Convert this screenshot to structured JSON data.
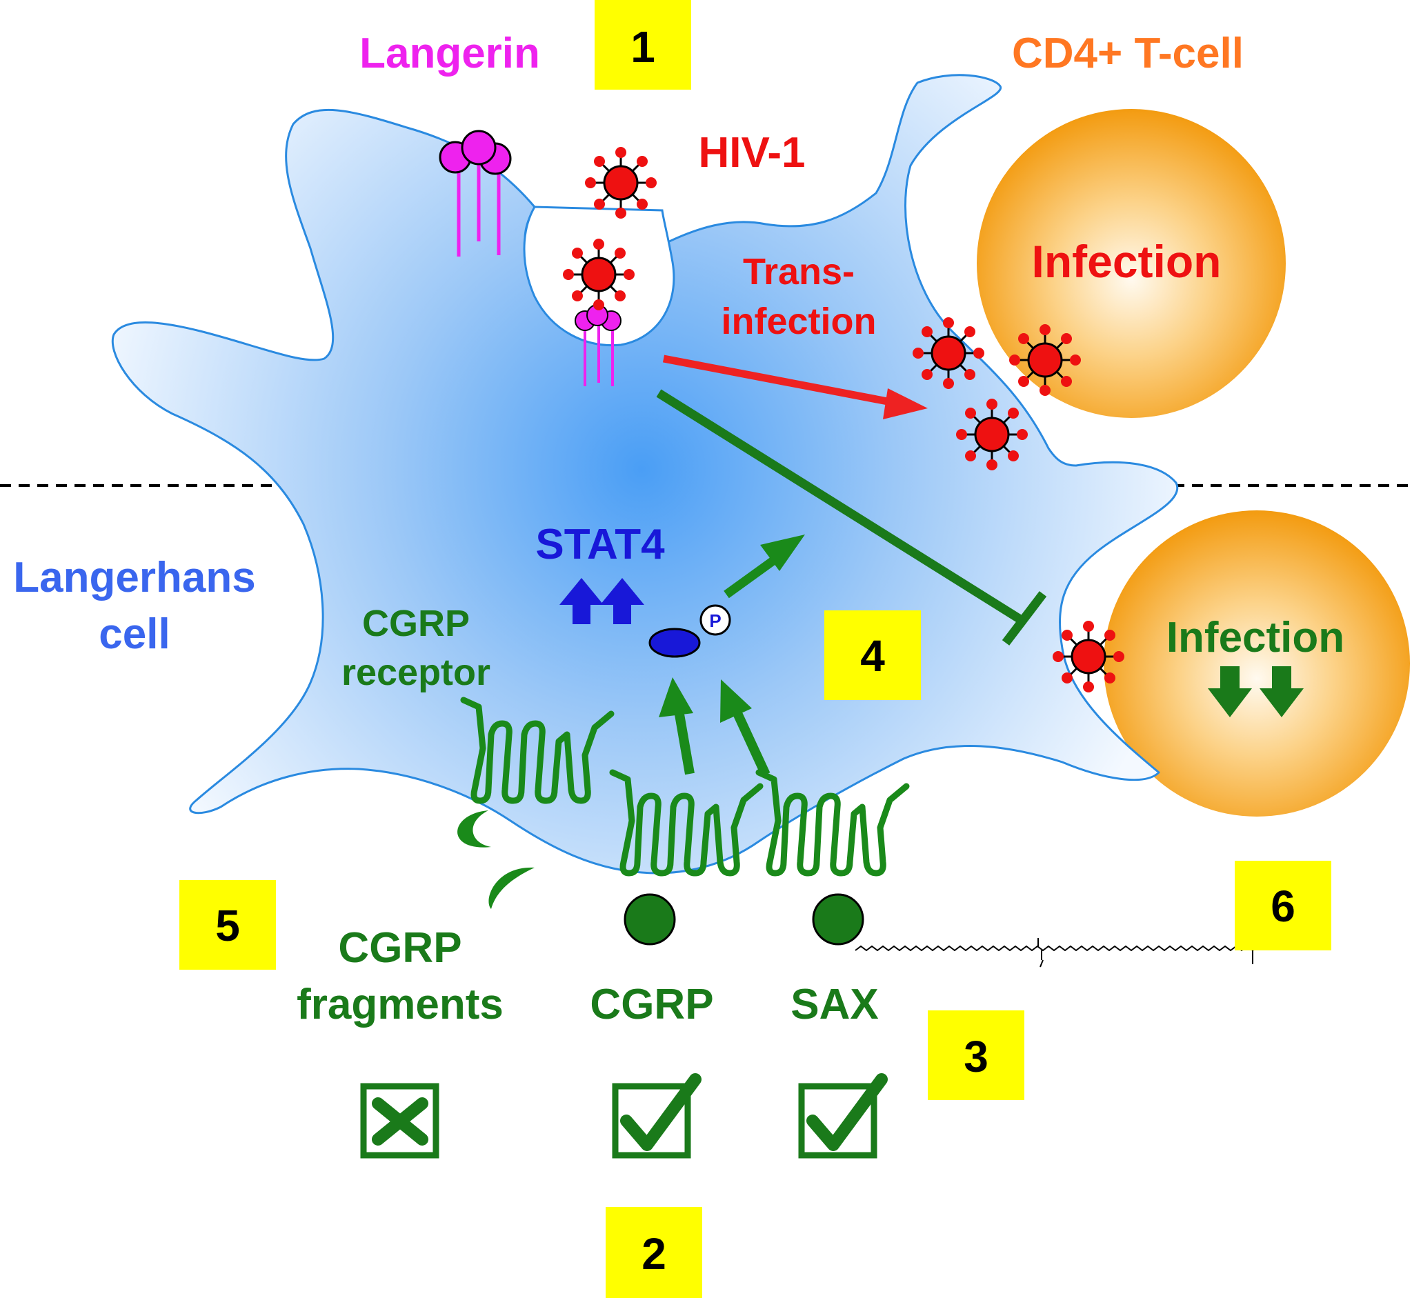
{
  "labels": {
    "langerin": "Langerin",
    "hiv": "HIV-1",
    "cd4": "CD4+ T-cell",
    "infection_top": "Infection",
    "trans_line1": "Trans-",
    "trans_line2": "infection",
    "lc_line1": "Langerhans",
    "lc_line2": "cell",
    "stat4": "STAT4",
    "phospho": "P",
    "cgrp_receptor_line1": "CGRP",
    "cgrp_receptor_line2": "receptor",
    "infection_bottom": "Infection",
    "fragments_line1": "CGRP",
    "fragments_line2": "fragments",
    "cgrp": "CGRP",
    "sax": "SAX"
  },
  "step_numbers": [
    "1",
    "2",
    "3",
    "4",
    "5",
    "6"
  ],
  "checks": {
    "fragments": "cross",
    "cgrp": "check",
    "sax": "check"
  },
  "colors": {
    "langerin": "#ee22ee",
    "hiv": "#ee1111",
    "cd4": "#ff7722",
    "cell_membrane": "#2a8ae0",
    "cell_fill_center": "#4a9ef5",
    "green": "#1a7a1a",
    "stat4": "#1818d8",
    "lc_text": "#3a66ee",
    "number_box": "#ffff00",
    "tcell_orange": "#f7a21a"
  }
}
